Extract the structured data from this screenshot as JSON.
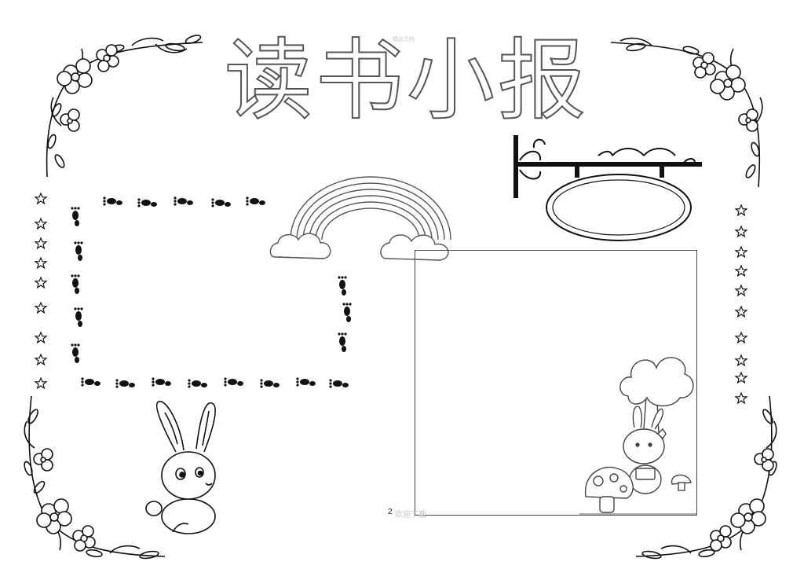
{
  "poster": {
    "title": "读书小报",
    "stamp_text": "精品文档",
    "page_number": "2",
    "watermark": "欢迎下载"
  },
  "colors": {
    "ink": "#111111",
    "outline": "#555555",
    "paper": "#ffffff",
    "watermark": "#c0c0c0"
  },
  "icons": [
    "flower-corner-icon",
    "star-icon",
    "footprint-icon",
    "rainbow-icon",
    "cloud-icon",
    "hanging-sign-icon",
    "rabbit-icon",
    "tree-icon",
    "mushroom-icon"
  ]
}
